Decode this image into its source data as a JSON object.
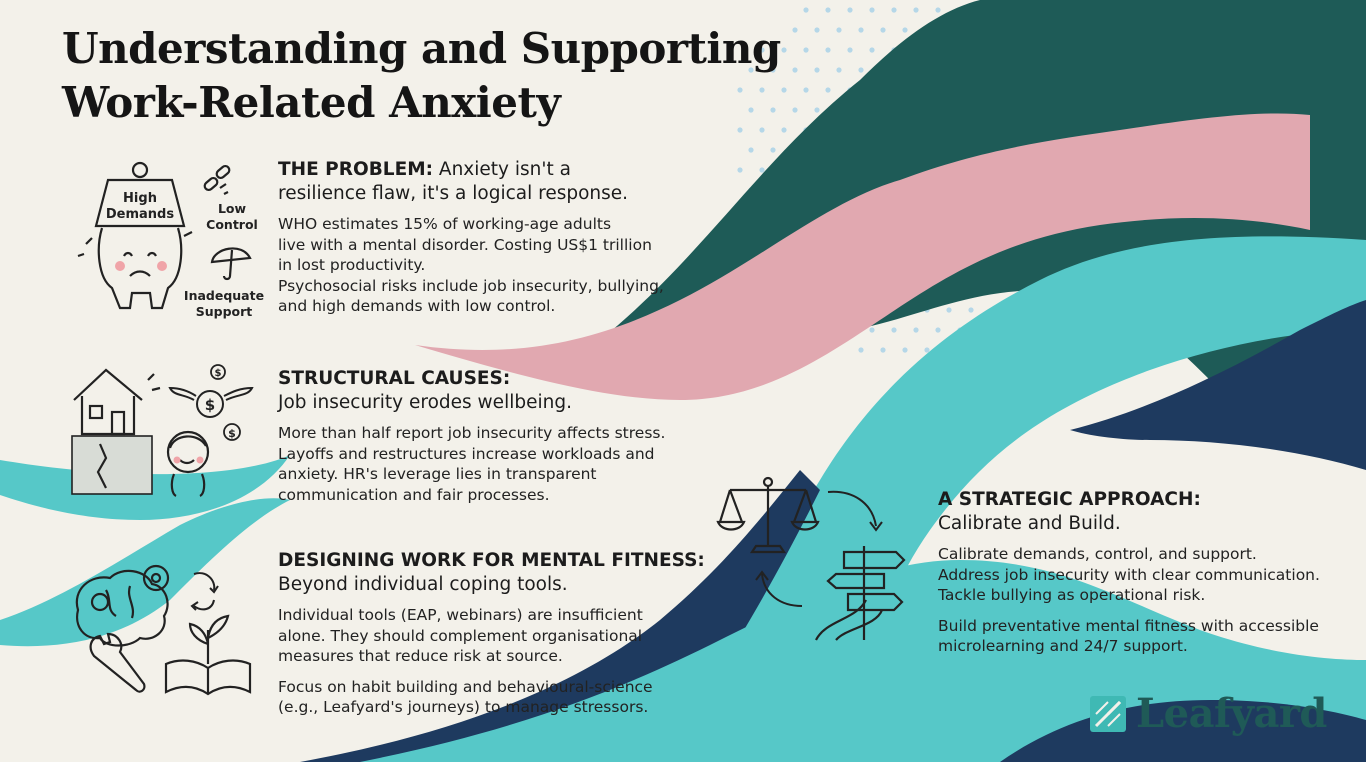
{
  "title": {
    "line1": "Understanding and Supporting",
    "line2": "Work-Related Anxiety"
  },
  "problem": {
    "heading_bold": "THE PROBLEM:",
    "heading_rest": " Anxiety isn't a",
    "heading_line2": "resilience flaw, it's a logical response.",
    "body": [
      "WHO estimates 15% of working-age adults",
      "live with a mental disorder. Costing US$1 trillion",
      "in lost productivity.",
      "Psychosocial risks include job insecurity, bullying,",
      "and high demands with low control."
    ],
    "icon_labels": {
      "weight_line1": "High",
      "weight_line2": "Demands",
      "control_line1": "Low",
      "control_line2": "Control",
      "support_line1": "Inadequate",
      "support_line2": "Support"
    }
  },
  "structural": {
    "heading_bold": "STRUCTURAL CAUSES:",
    "heading_line2": "Job insecurity erodes wellbeing.",
    "body": [
      "More than half report job insecurity affects stress.",
      "Layoffs and restructures increase workloads and",
      "anxiety. HR's leverage lies in transparent",
      "communication and fair processes."
    ]
  },
  "design": {
    "heading_bold": "DESIGNING WORK FOR MENTAL FITNESS:",
    "heading_line2": "Beyond individual coping tools.",
    "para1": [
      "Individual tools (EAP, webinars) are insufficient",
      "alone. They should complement organisational",
      "measures that reduce risk at source."
    ],
    "para2": [
      "Focus on habit building and behavioural-science",
      "(e.g., Leafyard's journeys) to manage stressors."
    ]
  },
  "strategic": {
    "heading_bold": "A STRATEGIC APPROACH:",
    "heading_line2": "Calibrate and Build.",
    "para1": [
      "Calibrate demands, control, and support.",
      "Address job insecurity with clear communication.",
      "Tackle bullying as operational risk."
    ],
    "para2": [
      "Build preventative mental fitness with accessible",
      "microlearning and 24/7 support."
    ]
  },
  "logo": {
    "text": "Leafyard"
  },
  "colors": {
    "background": "#f3f1ea",
    "dark_teal": "#1e5b57",
    "pink": "#e1a8b0",
    "teal": "#56c8c8",
    "navy": "#1e3a5f",
    "dots": "#b5d7e8"
  },
  "icons": [
    "weight-icon",
    "crying-face-icon",
    "broken-chain-icon",
    "umbrella-icon",
    "house-icon",
    "flying-money-icon",
    "coin-icon",
    "worried-child-icon",
    "brain-gears-icon",
    "cycle-arrows-icon",
    "wrench-icon",
    "book-plant-icon",
    "scales-icon",
    "signpost-icon",
    "curved-arrow-icon",
    "leaf-logo-icon"
  ]
}
